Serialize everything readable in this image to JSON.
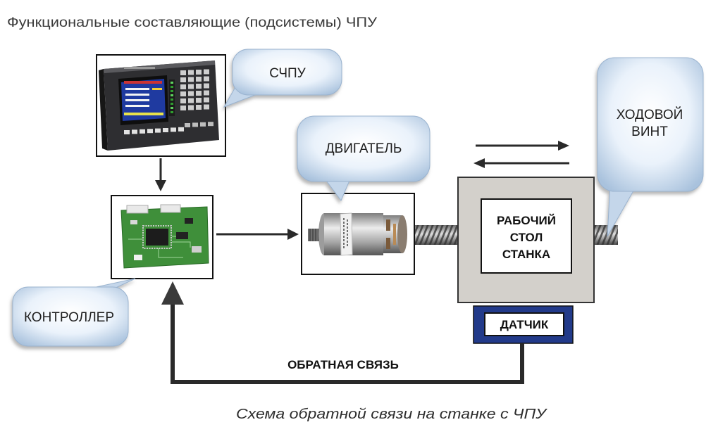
{
  "title": "Функциональные составляющие (подсистемы) ЧПУ",
  "caption": "Схема обратной связи на станке с ЧПУ",
  "callouts": {
    "cnc": "СЧПУ",
    "controller": "КОНТРОЛЛЕР",
    "motor": "ДВИГАТЕЛЬ",
    "lead_screw": [
      "ХОДОВОЙ",
      "ВИНТ"
    ]
  },
  "table": {
    "lines": [
      "РАБОЧИЙ",
      "СТОЛ",
      "СТАНКА"
    ]
  },
  "sensor": "ДАТЧИК",
  "feedback": "ОБРАТНАЯ СВЯЗЬ",
  "colors": {
    "table_fill": "#d3d0cb",
    "sensor_fill": "#223a8a",
    "arrow": "#2a2a2a",
    "bubble_edge": "#a9c2dd"
  }
}
